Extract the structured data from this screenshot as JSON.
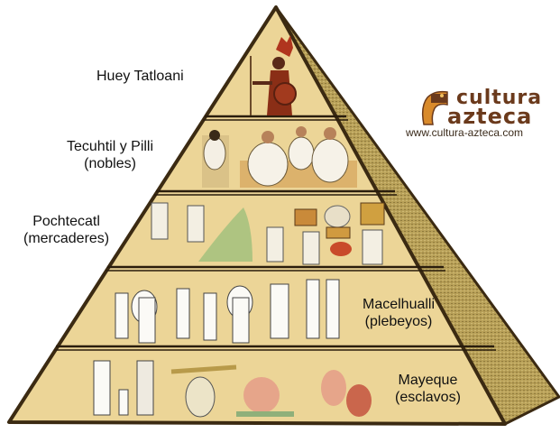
{
  "title": "Aztec social pyramid",
  "colors": {
    "pyramid_fill": "#ecd597",
    "pyramid_outline": "#3b2a12",
    "side_face": "#b59a52",
    "logo_brown": "#6b3a1c",
    "logo_orange": "#d98a2b"
  },
  "levels": [
    {
      "name": "Huey Tatloani",
      "subtitle": ""
    },
    {
      "name": "Tecuhtil y Pilli",
      "subtitle": "(nobles)"
    },
    {
      "name": "Pochtecatl",
      "subtitle": "(mercaderes)"
    },
    {
      "name": "Macelhualli",
      "subtitle": "(plebeyos)"
    },
    {
      "name": "Mayeque",
      "subtitle": "(esclavos)"
    }
  ],
  "logo": {
    "line1": "cultura",
    "line2": "azteca",
    "url": "www.cultura-azteca.com",
    "icon": "serpent-head-icon"
  }
}
